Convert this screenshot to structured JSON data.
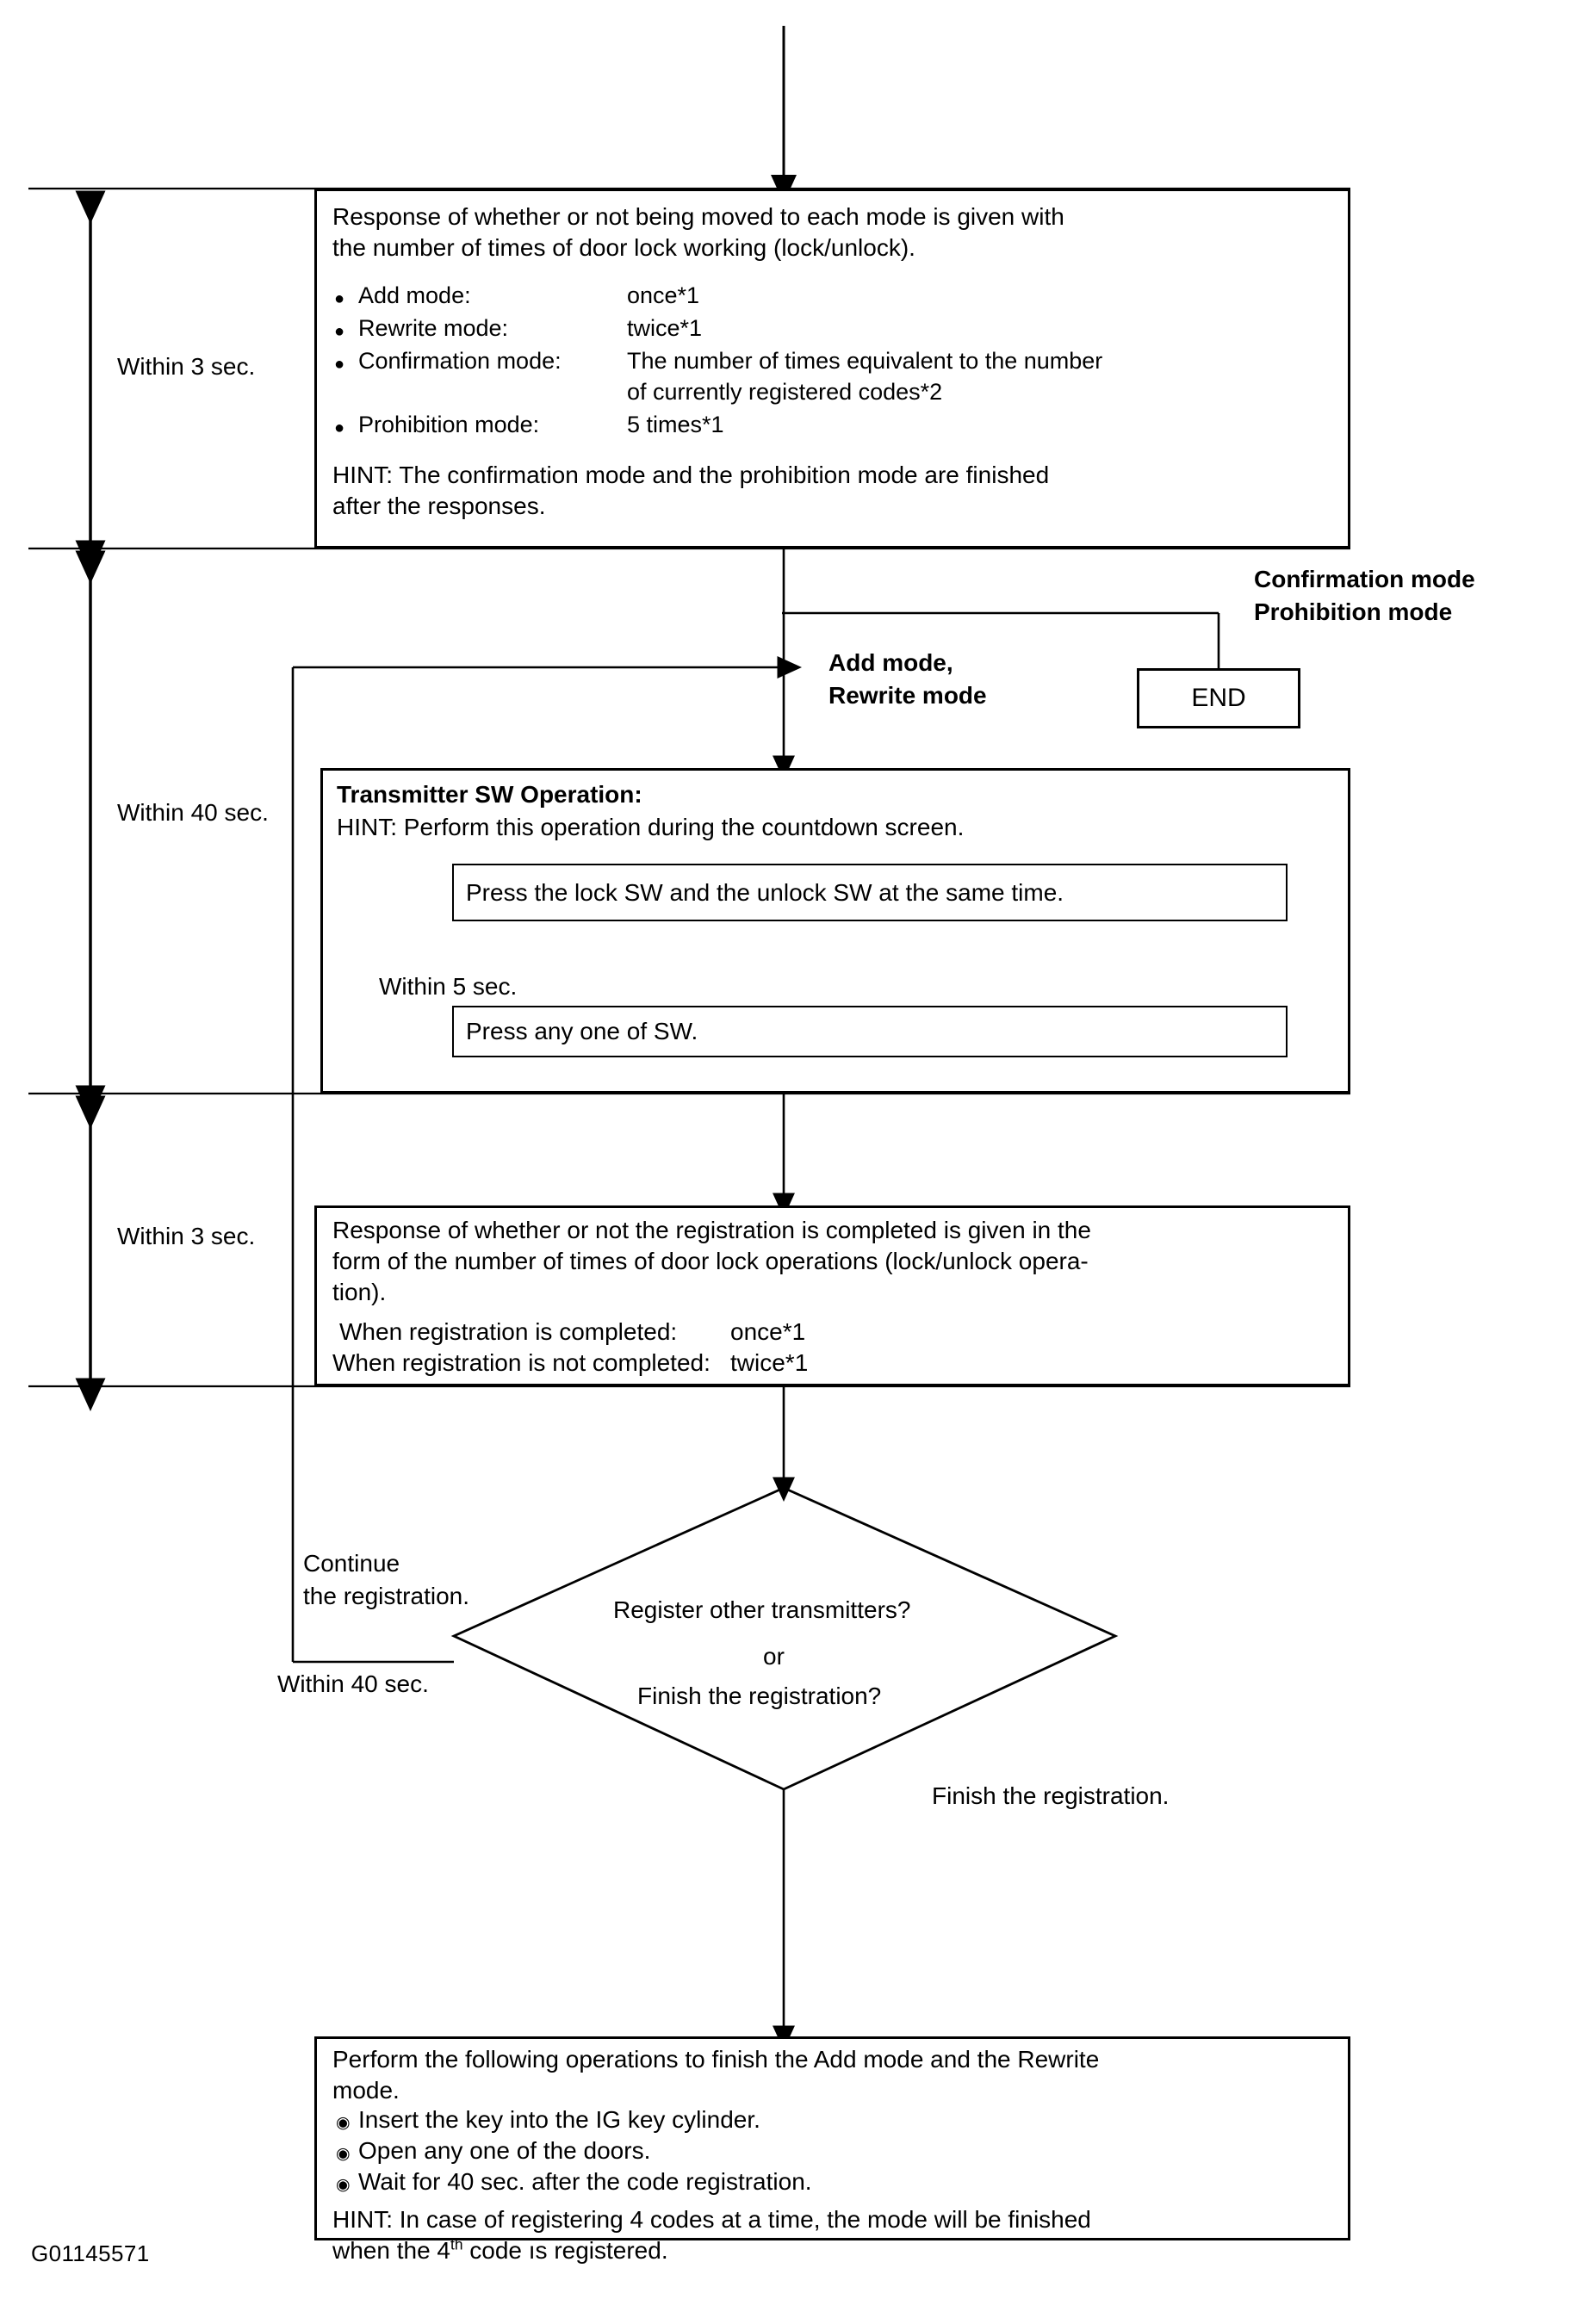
{
  "figure": {
    "id": "G01145571"
  },
  "timing_brackets": [
    {
      "label": "Within 3 sec."
    },
    {
      "label": "Within 40 sec."
    },
    {
      "label": "Within 3 sec."
    }
  ],
  "box_response_modes": {
    "intro_line1": "Response of whether or not being moved to each mode is given with",
    "intro_line2": "the number of times of door lock working (lock/unlock).",
    "items": [
      {
        "bullet": "●",
        "mode": "Add mode:",
        "value": "once*1",
        "value2": ""
      },
      {
        "bullet": "●",
        "mode": "Rewrite mode:",
        "value": "twice*1",
        "value2": ""
      },
      {
        "bullet": "●",
        "mode": "Confirmation mode:",
        "value": "The number of times equivalent to the number",
        "value2": "of currently registered codes*2"
      },
      {
        "bullet": "●",
        "mode": "Prohibition mode:",
        "value": "5 times*1",
        "value2": ""
      }
    ],
    "hint_line1": "HINT: The confirmation mode and the prohibition mode are finished",
    "hint_line2": "after the responses."
  },
  "branch_labels": {
    "confirmation_mode": "Confirmation mode",
    "prohibition_mode": "Prohibition mode",
    "add_mode": "Add mode,",
    "rewrite_mode": "Rewrite mode"
  },
  "end_node": {
    "label": "END"
  },
  "box_transmitter": {
    "title": "Transmitter SW Operation:",
    "hint": "HINT: Perform this operation during the countdown screen.",
    "step1": "Press the lock SW and the unlock SW at the same time.",
    "step2": "Press any one of SW.",
    "inner_timing": "Within 5 sec."
  },
  "box_registration_response": {
    "line1": "Response of whether or not the registration is completed is given in the",
    "line2": "form of the number of times of door lock operations (lock/unlock opera-",
    "line3": "tion).",
    "result1_label": "When registration is completed:",
    "result1_value": "once*1",
    "result2_label": "When registration is not completed:",
    "result2_value": "twice*1"
  },
  "decision": {
    "question_line1": "Register other transmitters?",
    "question_line2": "or",
    "question_line3": "Finish the registration?",
    "branch_continue_line1": "Continue",
    "branch_continue_line2": "the registration.",
    "branch_continue_timing": "Within 40 sec.",
    "branch_finish": "Finish the registration."
  },
  "box_finish": {
    "line1": "Perform the following operations to finish the Add mode and the Rewrite",
    "line2": "mode.",
    "bullets": [
      {
        "bullet": "◉",
        "text": "Insert the key into the IG key cylinder."
      },
      {
        "bullet": "◉",
        "text": "Open any one of the doors."
      },
      {
        "bullet": "◉",
        "text": "Wait for 40 sec. after the code registration."
      }
    ],
    "hint_line1": "HINT: In case of registering 4 codes at a time, the mode will be finished",
    "hint_line2_pre": "when the 4",
    "hint_line2_sup": "th",
    "hint_line2_post": " code ıs registered."
  },
  "colors": {
    "ink": "#000000",
    "paper": "#ffffff"
  }
}
